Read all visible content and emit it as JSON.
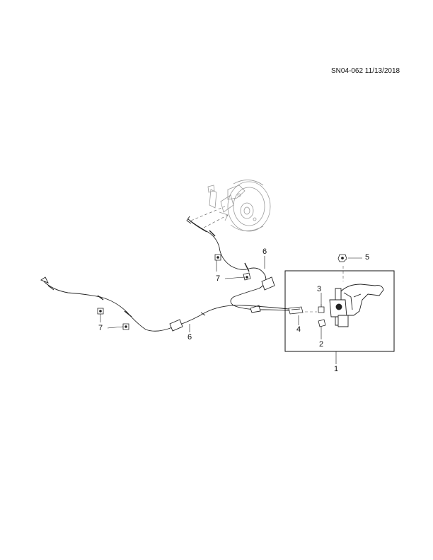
{
  "header": {
    "doc_id": "SN04-062 11/13/2018"
  },
  "callouts": {
    "c1": "1",
    "c2": "2",
    "c3": "3",
    "c4": "4",
    "c5": "5",
    "c6_upper": "6",
    "c6_lower": "6",
    "c7_upper": "7",
    "c7_lower": "7"
  },
  "colors": {
    "line": "#222222",
    "ghost": "#9a9a9a"
  }
}
